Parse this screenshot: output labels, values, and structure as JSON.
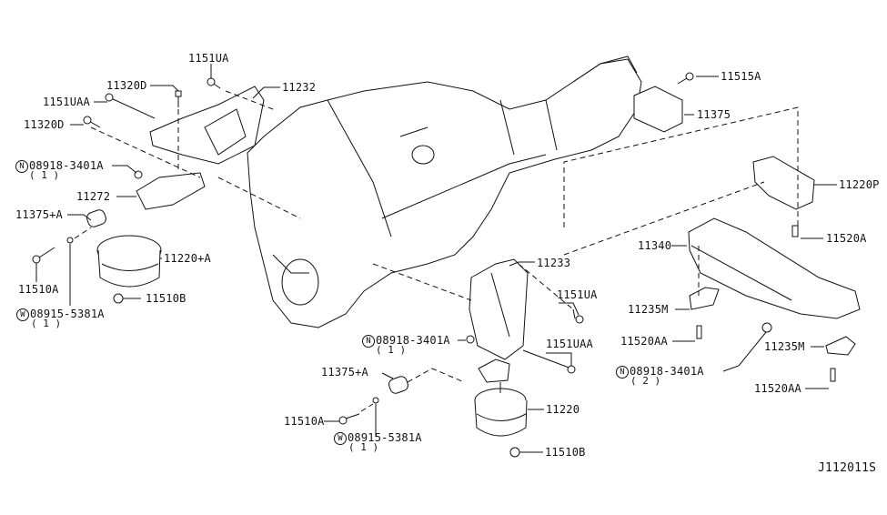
{
  "diagram": {
    "type": "exploded parts diagram",
    "subject": "Engine & transmission mounting",
    "reference_code": "J112011S",
    "callouts": [
      {
        "id": "c1",
        "part": "1151UA"
      },
      {
        "id": "c2",
        "part": "11320D"
      },
      {
        "id": "c3",
        "part": "1151UAA"
      },
      {
        "id": "c4",
        "part": "11320D"
      },
      {
        "id": "c5",
        "part": "11232"
      },
      {
        "id": "c6",
        "part": "08918-3401A",
        "prefix": "N",
        "qty": "( 1 )"
      },
      {
        "id": "c7",
        "part": "11272"
      },
      {
        "id": "c8",
        "part": "11375+A"
      },
      {
        "id": "c9",
        "part": "11220+A"
      },
      {
        "id": "c10",
        "part": "11510A"
      },
      {
        "id": "c11",
        "part": "11510B"
      },
      {
        "id": "c12",
        "part": "08915-5381A",
        "prefix": "W",
        "qty": "( 1 )"
      },
      {
        "id": "c13",
        "part": "11515A"
      },
      {
        "id": "c14",
        "part": "11375"
      },
      {
        "id": "c15",
        "part": "11220P"
      },
      {
        "id": "c16",
        "part": "11520A"
      },
      {
        "id": "c17",
        "part": "11340"
      },
      {
        "id": "c18",
        "part": "11233"
      },
      {
        "id": "c19",
        "part": "1151UA"
      },
      {
        "id": "c20",
        "part": "11235M"
      },
      {
        "id": "c21",
        "part": "11520AA"
      },
      {
        "id": "c22",
        "part": "08918-3401A",
        "prefix": "N",
        "qty": "( 1 )"
      },
      {
        "id": "c23",
        "part": "1151UAA"
      },
      {
        "id": "c24",
        "part": "08918-3401A",
        "prefix": "N",
        "qty": "( 2 )"
      },
      {
        "id": "c25",
        "part": "11235M"
      },
      {
        "id": "c26",
        "part": "11375+A"
      },
      {
        "id": "c27",
        "part": "11520AA"
      },
      {
        "id": "c28",
        "part": "11220"
      },
      {
        "id": "c29",
        "part": "11510A"
      },
      {
        "id": "c30",
        "part": "08915-5381A",
        "prefix": "W",
        "qty": "( 1 )"
      },
      {
        "id": "c31",
        "part": "11510B"
      }
    ]
  }
}
